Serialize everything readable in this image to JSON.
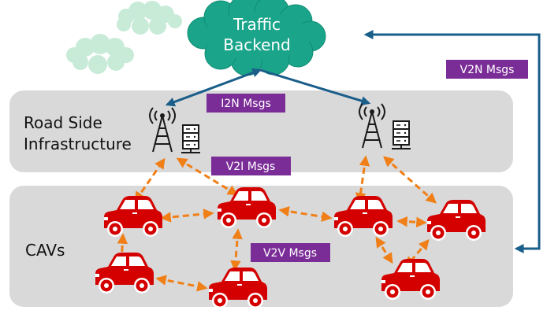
{
  "backend": {
    "line1": "Traffic",
    "line2": "Backend"
  },
  "zones": {
    "infrastructure": {
      "line1": "Road Side",
      "line2": "Infrastructure"
    },
    "cavs": {
      "label": "CAVs"
    }
  },
  "messages": {
    "i2n": "I2N Msgs",
    "v2i": "V2I Msgs",
    "v2v": "V2V Msgs",
    "v2n": "V2N Msgs"
  },
  "colors": {
    "cloud_fill": "#1aa58a",
    "cloud_stroke": "#0f8c74",
    "backend_link": "#1a5e8a",
    "v2x_arrow": "#f07f17",
    "tag_bg": "#7b2d97",
    "zone_bg": "#d9d9d9",
    "car": "#d40000",
    "icon": "#1a1a1a",
    "light_cloud": "#c8ebd8"
  },
  "icons": {
    "antenna": "radio-tower-icon",
    "server": "server-icon",
    "car": "car-icon"
  }
}
